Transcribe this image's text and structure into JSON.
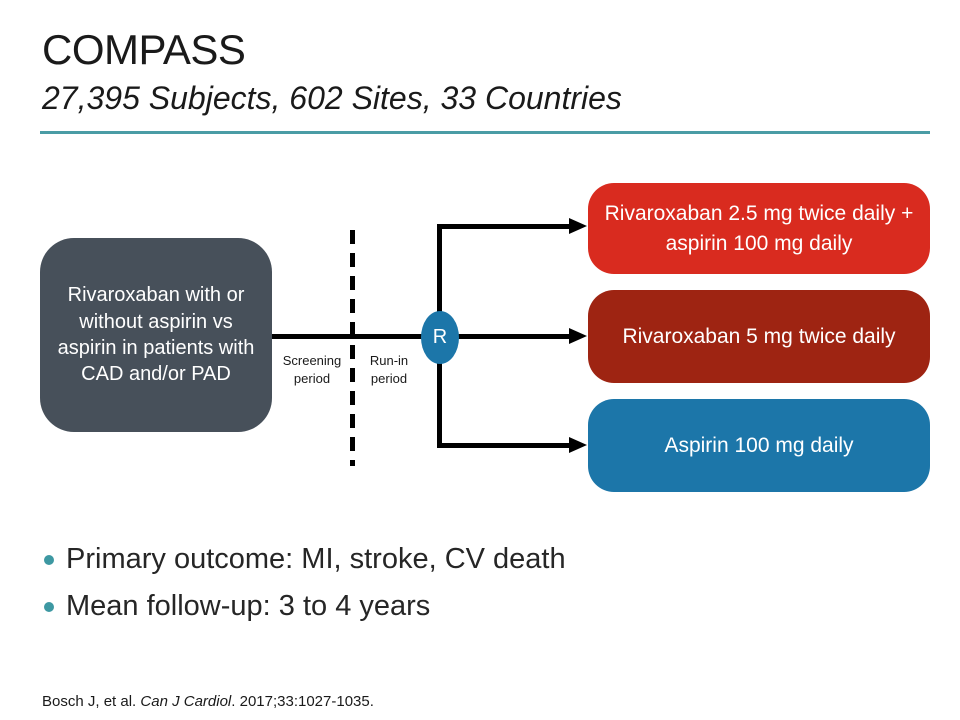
{
  "slide": {
    "title": "COMPASS",
    "subtitle": "27,395 Subjects, 602 Sites, 33 Countries",
    "bullets": [
      "Primary outcome: MI, stroke, CV death",
      "Mean follow-up: 3 to 4 years"
    ],
    "citation": {
      "authors": "Bosch J, et al. ",
      "journal": "Can J Cardiol",
      "reference": ". 2017;33:1027-1035."
    }
  },
  "diagram": {
    "population_box": {
      "text": "Rivaroxaban with or without aspirin vs aspirin in patients with CAD and/or PAD",
      "color": "#47505A"
    },
    "screening_label": "Screening period",
    "run_in_label": "Run-in period",
    "randomization": {
      "label": "R",
      "color": "#1C76A9"
    },
    "arms": [
      {
        "label": "Rivaroxaban 2.5 mg twice daily + aspirin 100 mg daily",
        "color": "#D92B1F"
      },
      {
        "label": "Rivaroxaban 5 mg twice daily",
        "color": "#9E2412"
      },
      {
        "label": "Aspirin 100 mg daily",
        "color": "#1C76A9"
      }
    ]
  },
  "colors": {
    "accent_teal": "#4A9CA5",
    "bullet_teal": "#3D98A2",
    "connector_black": "#000000"
  }
}
